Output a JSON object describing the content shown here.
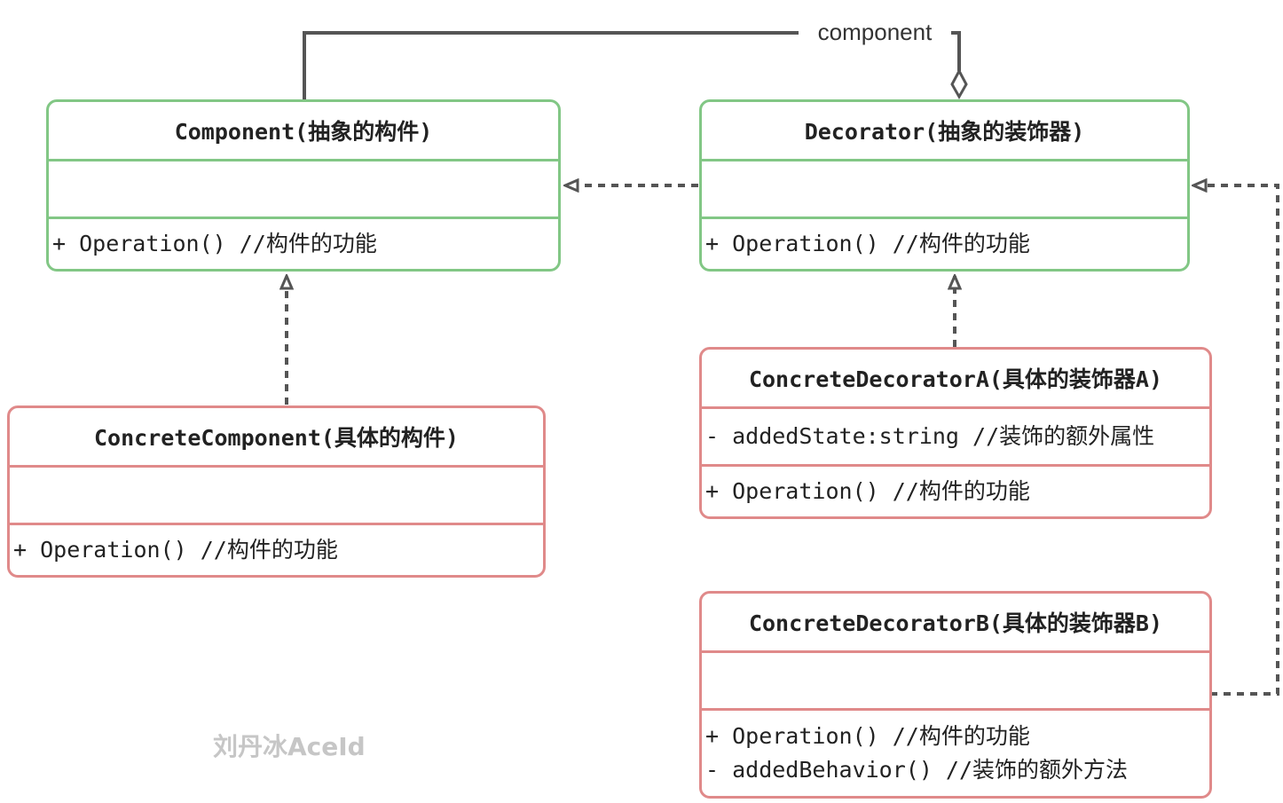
{
  "association_label": "component",
  "watermark": "刘丹冰AceId",
  "colors": {
    "abstract_border": "#82c785",
    "concrete_border": "#e08a8a",
    "connector": "#555555",
    "watermark": "#c6c6c6"
  },
  "classes": {
    "component": {
      "name": "Component(抽象的构件)",
      "attributes": [],
      "operations": [
        "+ Operation() //构件的功能"
      ]
    },
    "decorator": {
      "name": "Decorator(抽象的装饰器)",
      "attributes": [],
      "operations": [
        "+ Operation() //构件的功能"
      ]
    },
    "concrete_component": {
      "name": "ConcreteComponent(具体的构件)",
      "attributes": [],
      "operations": [
        "+ Operation() //构件的功能"
      ]
    },
    "concrete_decorator_a": {
      "name": "ConcreteDecoratorA(具体的装饰器A)",
      "attributes": [
        "- addedState:string //装饰的额外属性"
      ],
      "operations": [
        "+ Operation() //构件的功能"
      ]
    },
    "concrete_decorator_b": {
      "name": "ConcreteDecoratorB(具体的装饰器B)",
      "attributes": [],
      "operations": [
        "+ Operation() //构件的功能",
        "- addedBehavior() //装饰的额外方法"
      ]
    }
  }
}
